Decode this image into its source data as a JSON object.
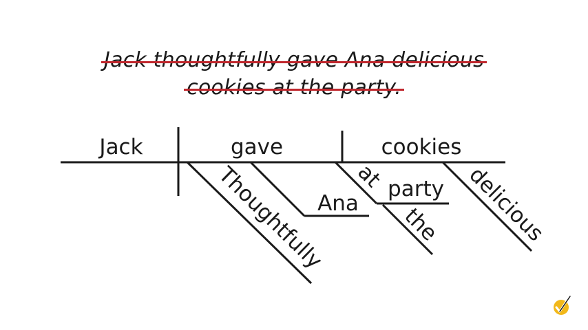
{
  "sentence": {
    "line1": "Jack thoughtfully gave Ana delicious",
    "line2": "cookies at the party.",
    "strike_color": "#c0272d"
  },
  "diagram": {
    "subject": "Jack",
    "verb": "gave",
    "direct_object": "cookies",
    "adverb": "Thoughtfully",
    "indirect_object": "Ana",
    "preposition": "at",
    "prepositional_object": "party",
    "article": "the",
    "adjective": "delicious"
  },
  "badge": {
    "icon": "checkmark-badge-icon",
    "color": "#f2b81a"
  }
}
